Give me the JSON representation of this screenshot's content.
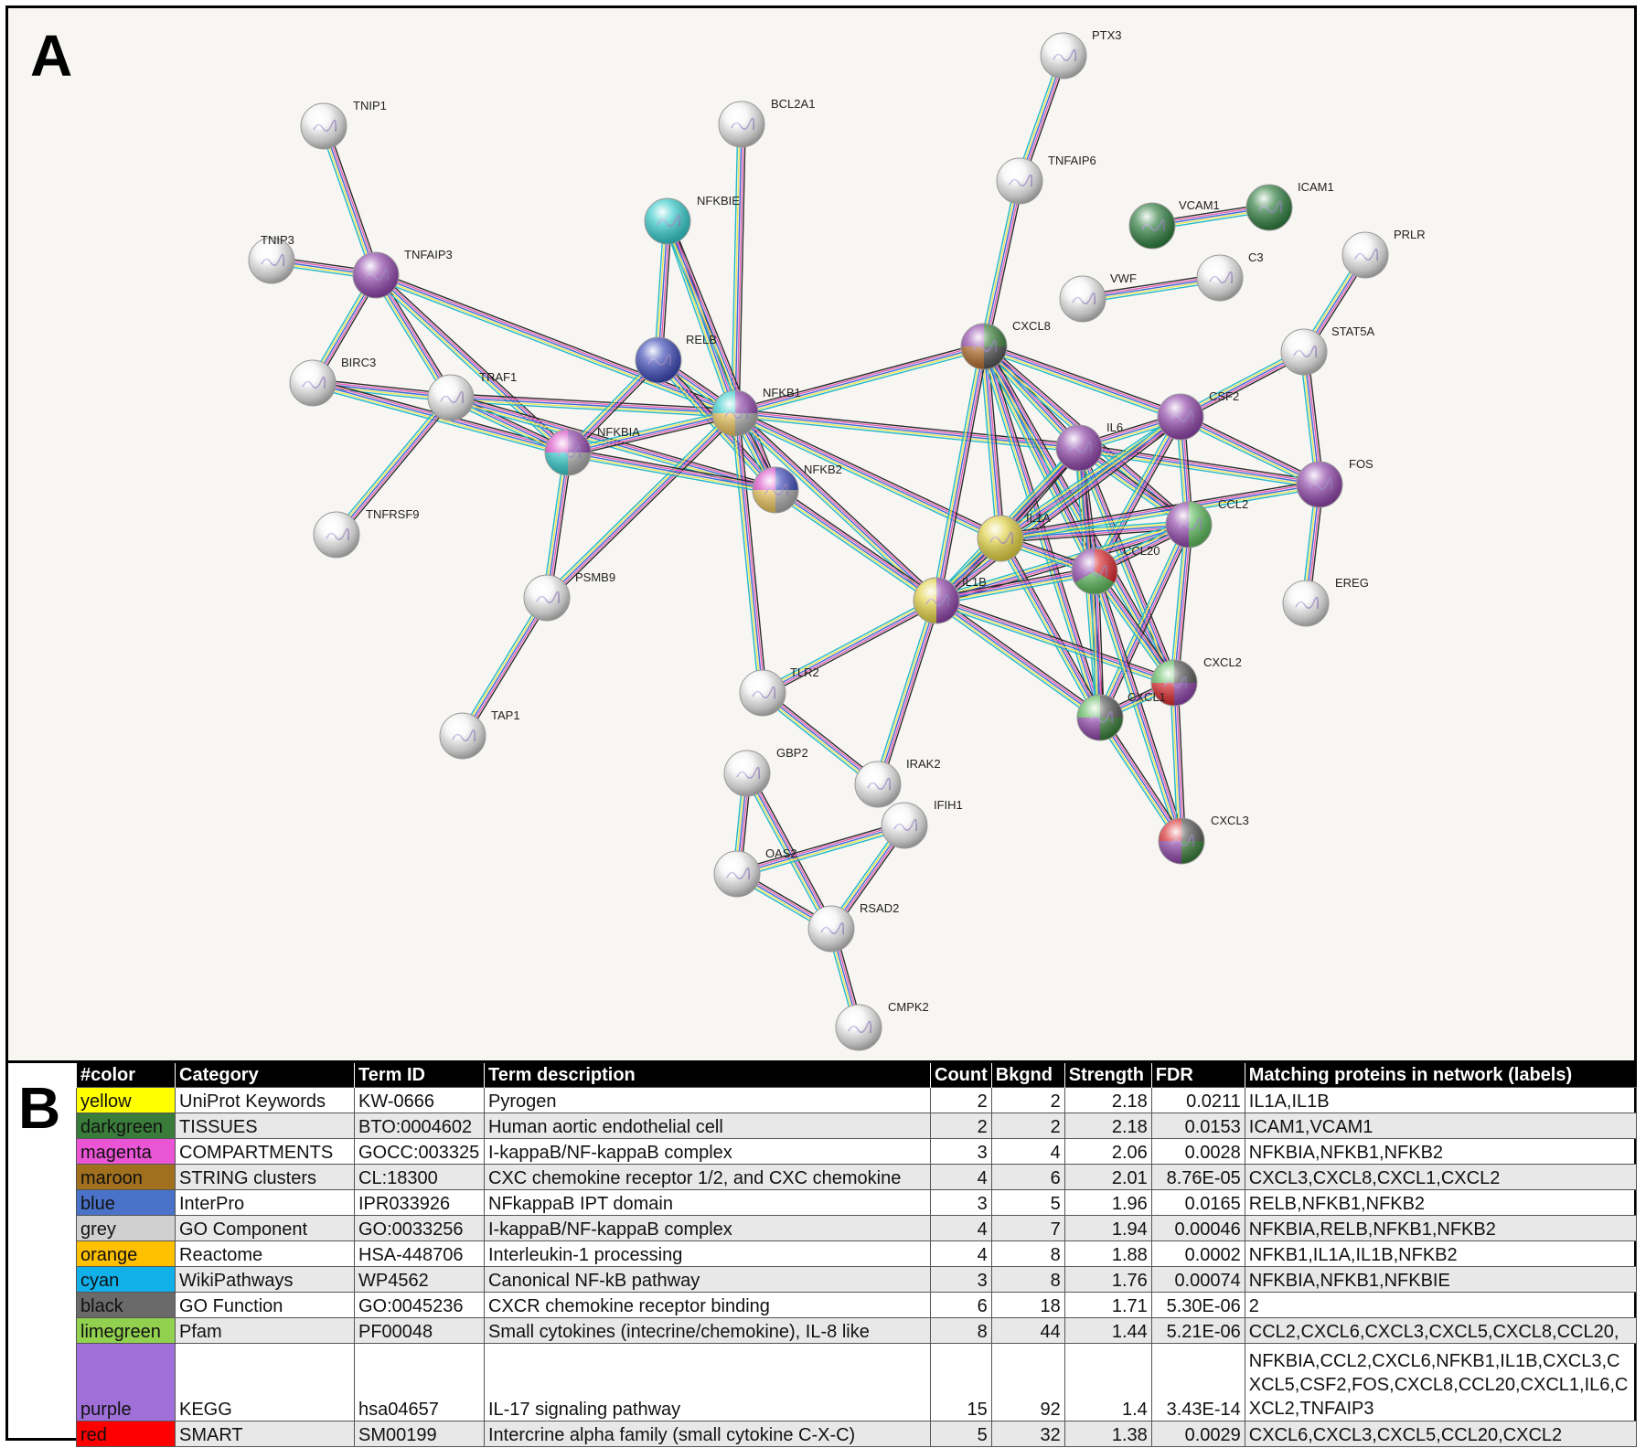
{
  "panel_a_letter": "A",
  "panel_b_letter": "B",
  "network": {
    "nodes": [
      {
        "id": "TNIP1",
        "label": "TNIP1",
        "colors": []
      },
      {
        "id": "TNIP3",
        "label": "TNIP3",
        "colors": []
      },
      {
        "id": "TNFAIP3",
        "label": "TNFAIP3",
        "colors": [
          "#8e44a8"
        ]
      },
      {
        "id": "BIRC3",
        "label": "BIRC3",
        "colors": []
      },
      {
        "id": "TRAF1",
        "label": "TRAF1",
        "colors": []
      },
      {
        "id": "TNFRSF9",
        "label": "TNFRSF9",
        "colors": []
      },
      {
        "id": "BCL2A1",
        "label": "BCL2A1",
        "colors": []
      },
      {
        "id": "NFKBIE",
        "label": "NFKBIE",
        "colors": [
          "#33c9c9"
        ]
      },
      {
        "id": "RELB",
        "label": "RELB",
        "colors": [
          "#3a47b5"
        ]
      },
      {
        "id": "NFKB1",
        "label": "NFKB1",
        "colors": [
          "#8e44a8",
          "#aaaaaa",
          "#e8c25a",
          "#33c9c9"
        ]
      },
      {
        "id": "NFKBIA",
        "label": "NFKBIA",
        "colors": [
          "#8e44a8",
          "#aaaaaa",
          "#33c9c9",
          "#d84bc5"
        ]
      },
      {
        "id": "NFKB2",
        "label": "NFKB2",
        "colors": [
          "#3a47b5",
          "#aaaaaa",
          "#e8c25a",
          "#d84bc5"
        ]
      },
      {
        "id": "PSMB9",
        "label": "PSMB9",
        "colors": []
      },
      {
        "id": "TAP1",
        "label": "TAP1",
        "colors": []
      },
      {
        "id": "PTX3",
        "label": "PTX3",
        "colors": []
      },
      {
        "id": "TNFAIP6",
        "label": "TNFAIP6",
        "colors": []
      },
      {
        "id": "VCAM1",
        "label": "VCAM1",
        "colors": [
          "#2e7d3e"
        ]
      },
      {
        "id": "ICAM1",
        "label": "ICAM1",
        "colors": [
          "#2e7d3e"
        ]
      },
      {
        "id": "PRLR",
        "label": "PRLR",
        "colors": []
      },
      {
        "id": "VWF",
        "label": "VWF",
        "colors": []
      },
      {
        "id": "C3",
        "label": "C3",
        "colors": []
      },
      {
        "id": "CXCL8",
        "label": "CXCL8",
        "colors": [
          "#3a7d3a",
          "#555555",
          "#b06a2a",
          "#8e44a8"
        ]
      },
      {
        "id": "STAT5A",
        "label": "STAT5A",
        "colors": []
      },
      {
        "id": "CSF2",
        "label": "CSF2",
        "colors": [
          "#8e44a8"
        ]
      },
      {
        "id": "IL6",
        "label": "IL6",
        "colors": [
          "#8e44a8"
        ]
      },
      {
        "id": "FOS",
        "label": "FOS",
        "colors": [
          "#8e44a8"
        ]
      },
      {
        "id": "CCL2",
        "label": "CCL2",
        "colors": [
          "#5cb85c",
          "#8e44a8"
        ]
      },
      {
        "id": "IL1A",
        "label": "IL1A",
        "colors": [
          "#e0d040"
        ]
      },
      {
        "id": "CCL20",
        "label": "CCL20",
        "colors": [
          "#d9262a",
          "#5cb85c",
          "#8e44a8"
        ]
      },
      {
        "id": "IL1B",
        "label": "IL1B",
        "colors": [
          "#8e44a8",
          "#e0d040"
        ]
      },
      {
        "id": "EREG",
        "label": "EREG",
        "colors": []
      },
      {
        "id": "TLR2",
        "label": "TLR2",
        "colors": []
      },
      {
        "id": "CXCL2",
        "label": "CXCL2",
        "colors": [
          "#555555",
          "#8e44a8",
          "#d9262a",
          "#5cb85c"
        ]
      },
      {
        "id": "CXCL1",
        "label": "CXCL1",
        "colors": [
          "#555555",
          "#3a7d3a",
          "#8e44a8",
          "#5cb85c"
        ]
      },
      {
        "id": "GBP2",
        "label": "GBP2",
        "colors": []
      },
      {
        "id": "IRAK2",
        "label": "IRAK2",
        "colors": []
      },
      {
        "id": "IFIH1",
        "label": "IFIH1",
        "colors": []
      },
      {
        "id": "OAS2",
        "label": "OAS2",
        "colors": []
      },
      {
        "id": "CXCL3",
        "label": "CXCL3",
        "colors": [
          "#555555",
          "#3a7d3a",
          "#8e44a8",
          "#d9262a"
        ]
      },
      {
        "id": "RSAD2",
        "label": "RSAD2",
        "colors": []
      },
      {
        "id": "CMPK2",
        "label": "CMPK2",
        "colors": []
      }
    ],
    "edges": [
      [
        "TNIP1",
        "TNFAIP3"
      ],
      [
        "TNIP3",
        "TNFAIP3"
      ],
      [
        "TNFAIP3",
        "BIRC3"
      ],
      [
        "TNFAIP3",
        "TRAF1"
      ],
      [
        "TNFAIP3",
        "NFKBIA"
      ],
      [
        "TNFAIP3",
        "NFKB1"
      ],
      [
        "BIRC3",
        "TRAF1"
      ],
      [
        "BIRC3",
        "NFKBIA"
      ],
      [
        "TRAF1",
        "NFKB1"
      ],
      [
        "TRAF1",
        "NFKBIA"
      ],
      [
        "TRAF1",
        "NFKB2"
      ],
      [
        "TRAF1",
        "TNFRSF9"
      ],
      [
        "BCL2A1",
        "NFKB1"
      ],
      [
        "NFKBIE",
        "RELB"
      ],
      [
        "NFKBIE",
        "NFKB1"
      ],
      [
        "NFKBIE",
        "NFKB2"
      ],
      [
        "RELB",
        "NFKB1"
      ],
      [
        "RELB",
        "NFKBIA"
      ],
      [
        "RELB",
        "NFKB2"
      ],
      [
        "NFKB1",
        "NFKBIA"
      ],
      [
        "NFKB1",
        "NFKB2"
      ],
      [
        "NFKB1",
        "CXCL8"
      ],
      [
        "NFKB1",
        "IL6"
      ],
      [
        "NFKB1",
        "IL1B"
      ],
      [
        "NFKB1",
        "IL1A"
      ],
      [
        "NFKB1",
        "TLR2"
      ],
      [
        "NFKB1",
        "PSMB9"
      ],
      [
        "NFKBIA",
        "NFKB2"
      ],
      [
        "NFKBIA",
        "PSMB9"
      ],
      [
        "NFKB2",
        "IL1B"
      ],
      [
        "PSMB9",
        "TAP1"
      ],
      [
        "PTX3",
        "TNFAIP6"
      ],
      [
        "TNFAIP6",
        "CXCL8"
      ],
      [
        "VCAM1",
        "ICAM1"
      ],
      [
        "VWF",
        "C3"
      ],
      [
        "PRLR",
        "STAT5A"
      ],
      [
        "STAT5A",
        "CSF2"
      ],
      [
        "STAT5A",
        "FOS"
      ],
      [
        "FOS",
        "EREG"
      ],
      [
        "CXCL8",
        "IL6"
      ],
      [
        "CXCL8",
        "IL1A"
      ],
      [
        "CXCL8",
        "IL1B"
      ],
      [
        "CXCL8",
        "CCL2"
      ],
      [
        "CXCL8",
        "CCL20"
      ],
      [
        "CXCL8",
        "CXCL1"
      ],
      [
        "CXCL8",
        "CXCL2"
      ],
      [
        "CXCL8",
        "CSF2"
      ],
      [
        "IL6",
        "CSF2"
      ],
      [
        "IL6",
        "IL1A"
      ],
      [
        "IL6",
        "IL1B"
      ],
      [
        "IL6",
        "CCL2"
      ],
      [
        "IL6",
        "CCL20"
      ],
      [
        "IL6",
        "FOS"
      ],
      [
        "IL6",
        "CXCL1"
      ],
      [
        "IL6",
        "CXCL2"
      ],
      [
        "CSF2",
        "IL1A"
      ],
      [
        "CSF2",
        "IL1B"
      ],
      [
        "CSF2",
        "CCL2"
      ],
      [
        "CSF2",
        "CCL20"
      ],
      [
        "CSF2",
        "FOS"
      ],
      [
        "CCL2",
        "IL1A"
      ],
      [
        "CCL2",
        "IL1B"
      ],
      [
        "CCL2",
        "CCL20"
      ],
      [
        "CCL2",
        "CXCL1"
      ],
      [
        "CCL2",
        "CXCL2"
      ],
      [
        "IL1A",
        "IL1B"
      ],
      [
        "IL1A",
        "CCL20"
      ],
      [
        "IL1A",
        "CXCL1"
      ],
      [
        "IL1A",
        "FOS"
      ],
      [
        "IL1B",
        "CCL20"
      ],
      [
        "IL1B",
        "CXCL1"
      ],
      [
        "IL1B",
        "CXCL2"
      ],
      [
        "IL1B",
        "TLR2"
      ],
      [
        "IL1B",
        "IRAK2"
      ],
      [
        "CCL20",
        "CXCL1"
      ],
      [
        "CCL20",
        "CXCL2"
      ],
      [
        "CCL20",
        "CXCL3"
      ],
      [
        "CXCL1",
        "CXCL2"
      ],
      [
        "CXCL1",
        "CXCL3"
      ],
      [
        "CXCL2",
        "CXCL3"
      ],
      [
        "TLR2",
        "IRAK2"
      ],
      [
        "GBP2",
        "OAS2"
      ],
      [
        "GBP2",
        "RSAD2"
      ],
      [
        "OAS2",
        "RSAD2"
      ],
      [
        "OAS2",
        "IFIH1"
      ],
      [
        "IFIH1",
        "RSAD2"
      ],
      [
        "RSAD2",
        "CMPK2"
      ]
    ]
  },
  "table": {
    "headers": [
      "#color",
      "Category",
      "Term ID",
      "Term description",
      "Count",
      "Bkgnd",
      "Strength",
      "FDR",
      "Matching proteins in network (labels)"
    ],
    "rows": [
      {
        "color_name": "yellow",
        "swatch": "#ffff00",
        "category": "UniProt Keywords",
        "term_id": "KW-0666",
        "description": "Pyrogen",
        "count": "2",
        "bkgnd": "2",
        "strength": "2.18",
        "fdr": "0.0211",
        "proteins": "IL1A,IL1B"
      },
      {
        "color_name": "darkgreen",
        "swatch": "#3a7d3a",
        "category": "TISSUES",
        "term_id": "BTO:0004602",
        "description": "Human aortic endothelial cell",
        "count": "2",
        "bkgnd": "2",
        "strength": "2.18",
        "fdr": "0.0153",
        "proteins": "ICAM1,VCAM1"
      },
      {
        "color_name": "magenta",
        "swatch": "#ea55d6",
        "category": "COMPARTMENTS",
        "term_id": "GOCC:003325",
        "description": "I-kappaB/NF-kappaB complex",
        "count": "3",
        "bkgnd": "4",
        "strength": "2.06",
        "fdr": "0.0028",
        "proteins": "NFKBIA,NFKB1,NFKB2"
      },
      {
        "color_name": "maroon",
        "swatch": "#a0701e",
        "category": "STRING clusters",
        "term_id": "CL:18300",
        "description": "CXC chemokine receptor 1/2, and CXC chemokine",
        "count": "4",
        "bkgnd": "6",
        "strength": "2.01",
        "fdr": "8.76E-05",
        "proteins": "CXCL3,CXCL8,CXCL1,CXCL2"
      },
      {
        "color_name": "blue",
        "swatch": "#4a72c8",
        "category": "InterPro",
        "term_id": "IPR033926",
        "description": "NFkappaB IPT domain",
        "count": "3",
        "bkgnd": "5",
        "strength": "1.96",
        "fdr": "0.0165",
        "proteins": "RELB,NFKB1,NFKB2"
      },
      {
        "color_name": "grey",
        "swatch": "#d0d0d0",
        "category": "GO Component",
        "term_id": "GO:0033256",
        "description": "I-kappaB/NF-kappaB complex",
        "count": "4",
        "bkgnd": "7",
        "strength": "1.94",
        "fdr": "0.00046",
        "proteins": "NFKBIA,RELB,NFKB1,NFKB2"
      },
      {
        "color_name": "orange",
        "swatch": "#ffc000",
        "category": "Reactome",
        "term_id": "HSA-448706",
        "description": "Interleukin-1 processing",
        "count": "4",
        "bkgnd": "8",
        "strength": "1.88",
        "fdr": "0.0002",
        "proteins": "NFKB1,IL1A,IL1B,NFKB2"
      },
      {
        "color_name": "cyan",
        "swatch": "#12b0e8",
        "category": "WikiPathways",
        "term_id": "WP4562",
        "description": "Canonical NF-kB pathway",
        "count": "3",
        "bkgnd": "8",
        "strength": "1.76",
        "fdr": "0.00074",
        "proteins": "NFKBIA,NFKB1,NFKBIE"
      },
      {
        "color_name": "black",
        "swatch": "#6a6a6a",
        "category": "GO Function",
        "term_id": "GO:0045236",
        "description": "CXCR chemokine receptor binding",
        "count": "6",
        "bkgnd": "18",
        "strength": "1.71",
        "fdr": "5.30E-06",
        "proteins": "2"
      },
      {
        "color_name": "limegreen",
        "swatch": "#92d050",
        "category": "Pfam",
        "term_id": "PF00048",
        "description": "Small cytokines (intecrine/chemokine), IL-8 like",
        "count": "8",
        "bkgnd": "44",
        "strength": "1.44",
        "fdr": "5.21E-06",
        "proteins": "CCL2,CXCL6,CXCL3,CXCL5,CXCL8,CCL20,"
      },
      {
        "color_name": "purple",
        "swatch": "#a070d8",
        "category": "KEGG",
        "term_id": "hsa04657",
        "description": "IL-17 signaling pathway",
        "count": "15",
        "bkgnd": "92",
        "strength": "1.4",
        "fdr": "3.43E-14",
        "proteins": "NFKBIA,CCL2,CXCL6,NFKB1,IL1B,CXCL3,CXCL5,CSF2,FOS,CXCL8,CCL20,CXCL1,IL6,CXCL2,TNFAIP3"
      },
      {
        "color_name": "red",
        "swatch": "#ff0000",
        "category": "SMART",
        "term_id": "SM00199",
        "description": "Intercrine alpha family (small cytokine C-X-C)",
        "count": "5",
        "bkgnd": "32",
        "strength": "1.38",
        "fdr": "0.0029",
        "proteins": "CXCL6,CXCL3,CXCL5,CCL20,CXCL2"
      }
    ]
  }
}
